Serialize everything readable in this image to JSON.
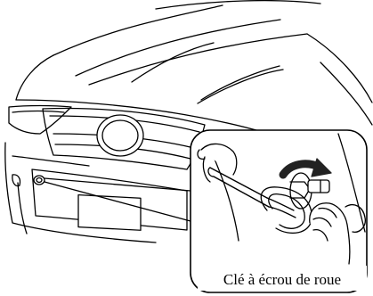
{
  "callout": {
    "label": "Clé à écrou de roue"
  },
  "colors": {
    "line": "#000000",
    "background": "#ffffff",
    "arrow": "#222222"
  },
  "icons": [
    "car-front-illustration",
    "tow-hook-cover",
    "lug-wrench-icon",
    "rotation-arrow-icon",
    "hand-icon"
  ]
}
